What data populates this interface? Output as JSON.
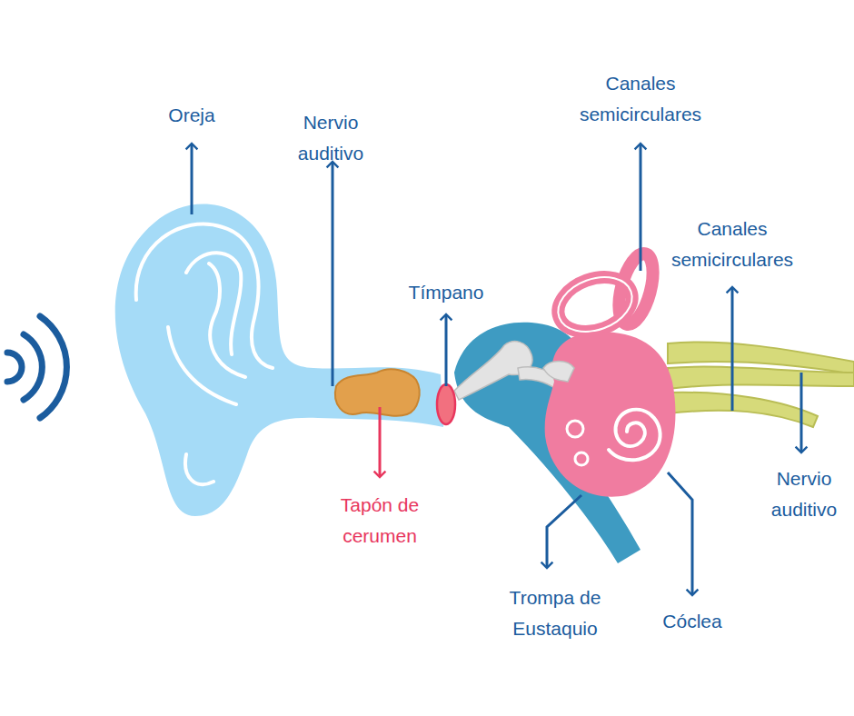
{
  "diagram": {
    "labels": [
      "Oreja",
      "Nervio auditivo",
      "Canales semicirculares",
      "Canales semicirculares",
      "Tímpano",
      "Tapón de cerumen",
      "Nervio auditivo",
      "Trompa de Eustaquio",
      "Cóclea"
    ]
  }
}
